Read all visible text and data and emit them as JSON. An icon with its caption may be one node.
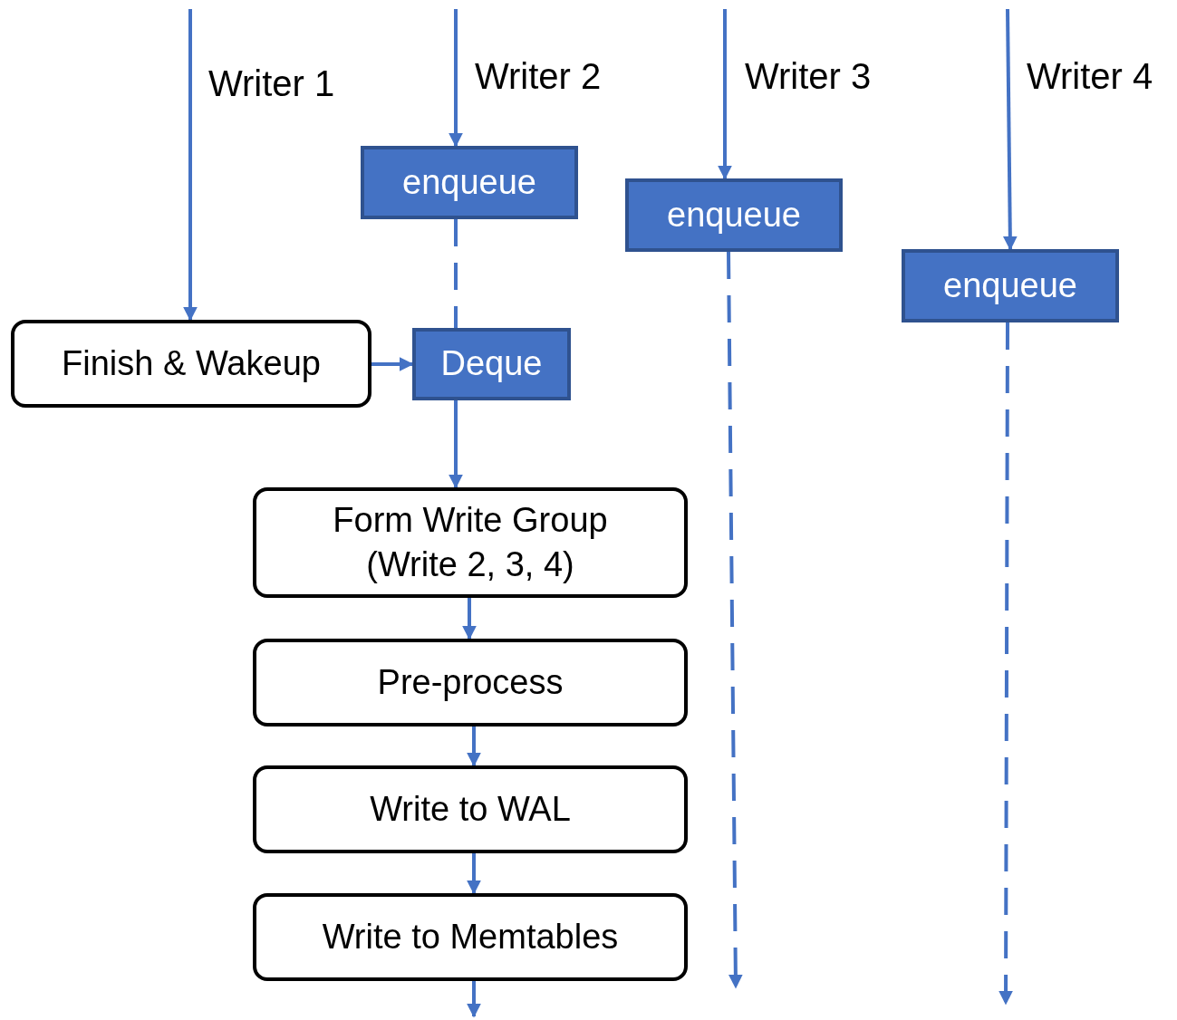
{
  "diagram": {
    "nodes": [
      {
        "text": [
          "enqueue"
        ]
      },
      {
        "text": [
          "enqueue"
        ]
      },
      {
        "text": [
          "enqueue"
        ]
      },
      {
        "text": [
          "Finish & Wakeup"
        ]
      },
      {
        "text": [
          "Deque"
        ]
      },
      {
        "text": [
          "Form Write Group",
          "(Write 2, 3, 4)"
        ]
      },
      {
        "text": [
          "Pre-process"
        ]
      },
      {
        "text": [
          "Write to WAL"
        ]
      },
      {
        "text": [
          "Write to Memtables"
        ]
      }
    ],
    "edges": [
      {
        "from": null,
        "to": 3,
        "arrow": "to",
        "label": "Writer 1"
      },
      {
        "from": null,
        "to": 0,
        "arrow": "to",
        "label": "Writer 2"
      },
      {
        "from": null,
        "to": 1,
        "arrow": "to",
        "label": "Writer 3"
      },
      {
        "from": null,
        "to": 2,
        "arrow": "to",
        "label": "Writer 4"
      },
      {
        "from": 0,
        "to": 4,
        "arrow": "none",
        "style": "dashed"
      },
      {
        "from": 3,
        "to": 4,
        "arrow": "to"
      },
      {
        "from": 4,
        "to": 5,
        "arrow": "to"
      },
      {
        "from": 5,
        "to": 6,
        "arrow": "to"
      },
      {
        "from": 6,
        "to": 7,
        "arrow": "to"
      },
      {
        "from": 7,
        "to": 8,
        "arrow": "to"
      },
      {
        "from": 8,
        "to": null,
        "arrow": "to"
      },
      {
        "from": 1,
        "to": null,
        "arrow": "to",
        "style": "dashed"
      },
      {
        "from": 2,
        "to": null,
        "arrow": "to",
        "style": "dashed"
      }
    ]
  }
}
